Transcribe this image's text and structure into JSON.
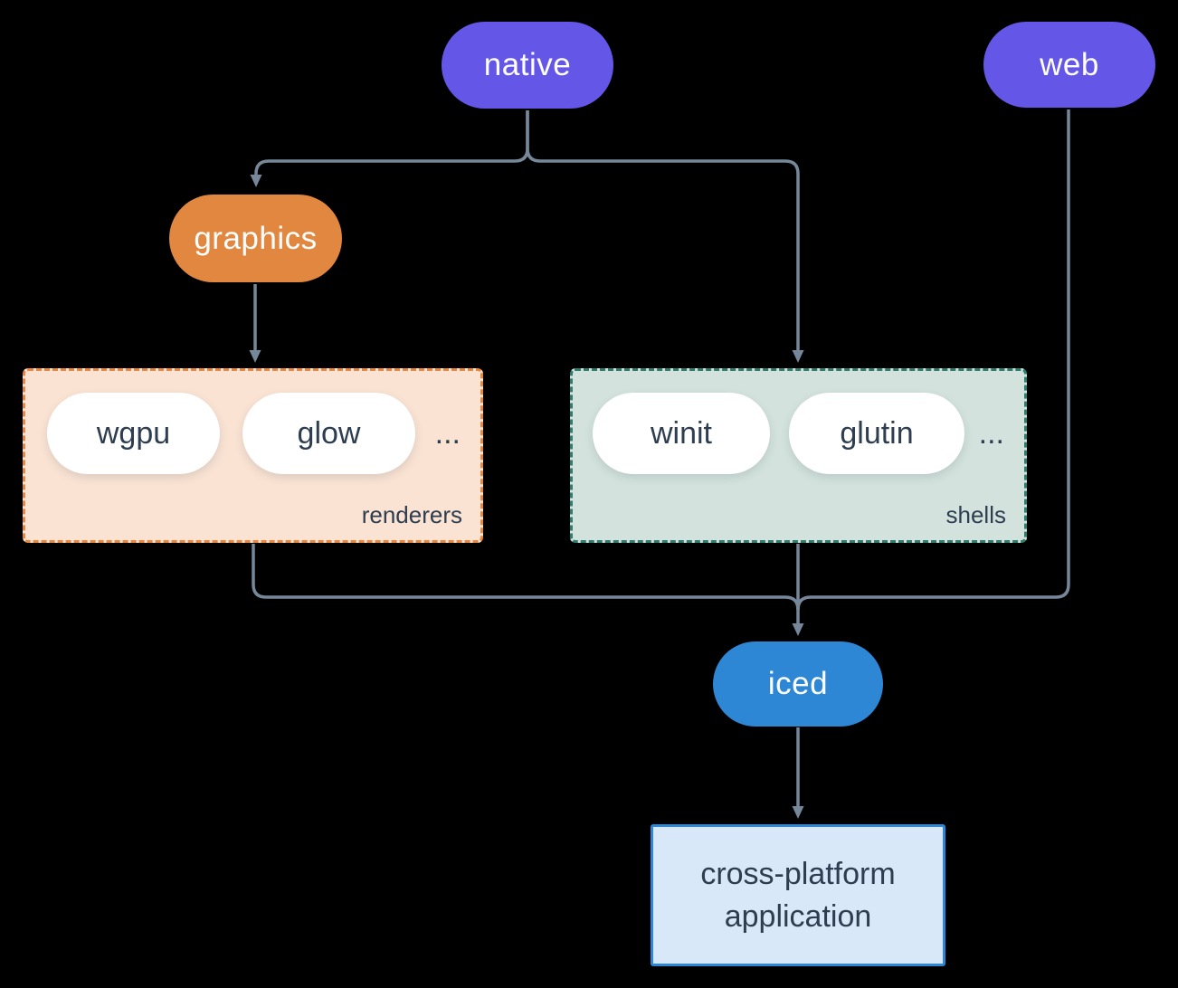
{
  "diagram": {
    "background": "#000000",
    "edge_color": "#76879a",
    "nodes": {
      "native": {
        "label": "native",
        "color": "#6457e8",
        "text_color": "#ffffff"
      },
      "web": {
        "label": "web",
        "color": "#6457e8",
        "text_color": "#ffffff"
      },
      "graphics": {
        "label": "graphics",
        "color": "#e2873f",
        "text_color": "#ffffff"
      },
      "iced": {
        "label": "iced",
        "color": "#2e87d5",
        "text_color": "#ffffff"
      },
      "application": {
        "lines": [
          "cross-platform",
          "application"
        ],
        "background": "#d8e8f8",
        "border_color": "#2e87d5",
        "text_color": "#2e3e50"
      }
    },
    "groups": {
      "renderers": {
        "label": "renderers",
        "items": [
          "wgpu",
          "glow"
        ],
        "ellipsis": "...",
        "background": "#fae3d3",
        "border_color": "#e8873d",
        "item_text_color": "#2e3e50"
      },
      "shells": {
        "label": "shells",
        "items": [
          "winit",
          "glutin"
        ],
        "ellipsis": "...",
        "background": "#d3e2dc",
        "border_color": "#2e7d6e",
        "item_text_color": "#2e3e50"
      }
    },
    "edges": [
      {
        "from": "native",
        "to": "graphics"
      },
      {
        "from": "native",
        "to": "shells"
      },
      {
        "from": "graphics",
        "to": "renderers"
      },
      {
        "from": "renderers",
        "to": "iced"
      },
      {
        "from": "shells",
        "to": "iced"
      },
      {
        "from": "web",
        "to": "iced"
      },
      {
        "from": "iced",
        "to": "application"
      }
    ]
  }
}
